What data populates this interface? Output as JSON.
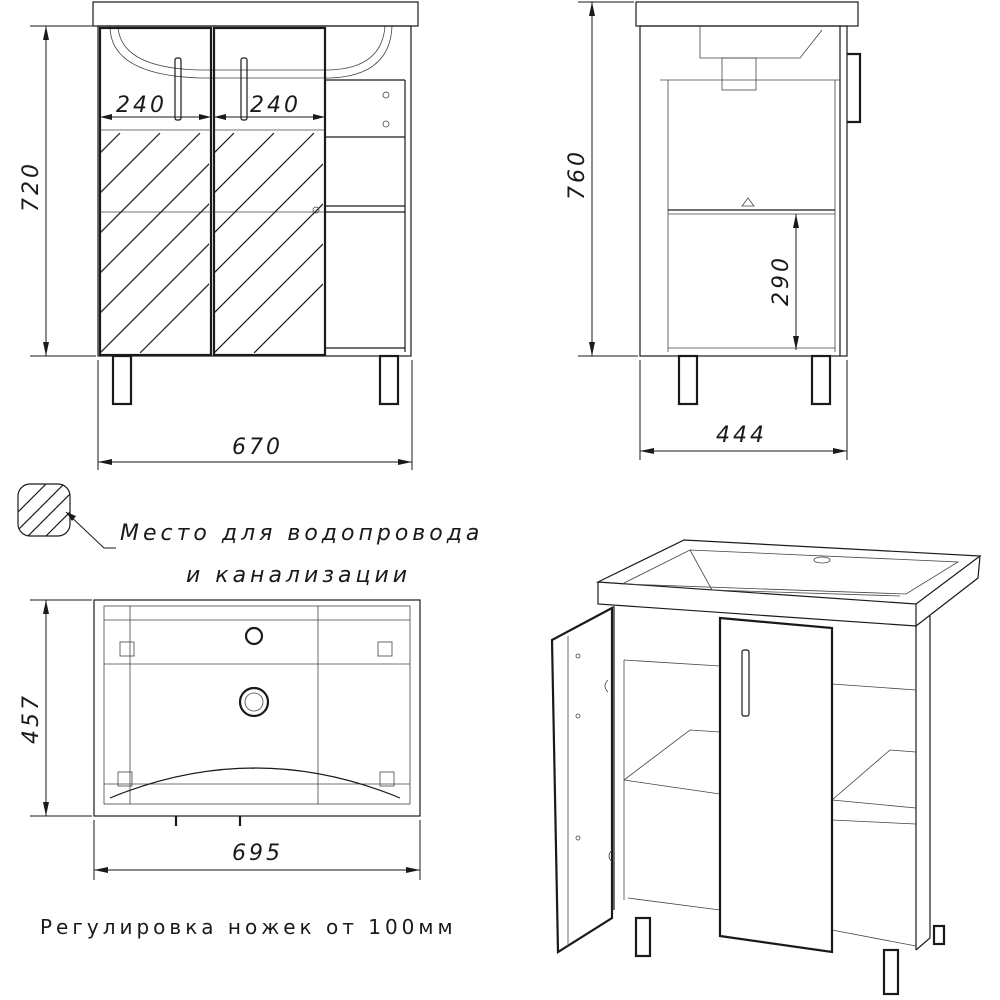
{
  "front_view": {
    "door_width_left": "240",
    "door_width_right": "240",
    "height": "720",
    "width": "670"
  },
  "side_view": {
    "height": "760",
    "shelf_height": "290",
    "depth": "444"
  },
  "top_view": {
    "depth": "457",
    "width": "695"
  },
  "legend": {
    "line1": "Место для водопровода",
    "line2": "и канализации"
  },
  "footer": {
    "leg_note": "Регулировка ножек от 100мм"
  }
}
